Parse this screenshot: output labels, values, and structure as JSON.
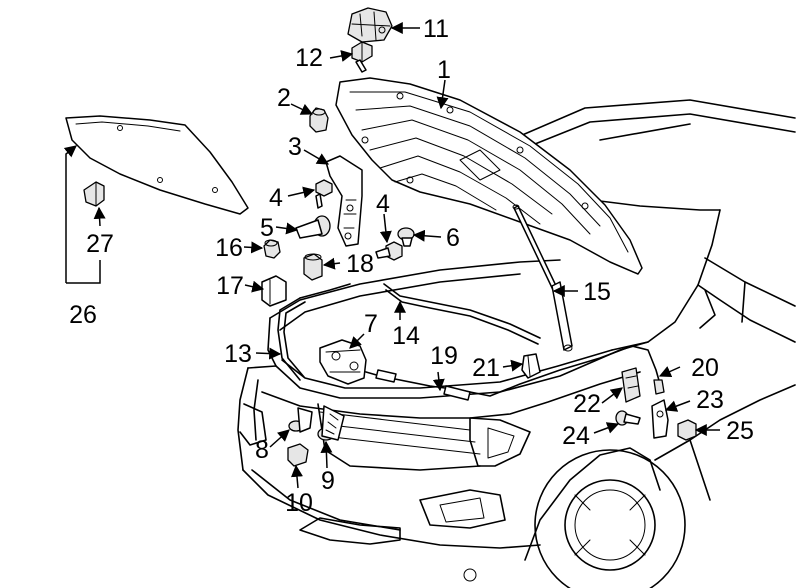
{
  "callouts": [
    {
      "id": "1",
      "text": "1"
    },
    {
      "id": "2",
      "text": "2"
    },
    {
      "id": "3",
      "text": "3"
    },
    {
      "id": "4a",
      "text": "4"
    },
    {
      "id": "4b",
      "text": "4"
    },
    {
      "id": "5",
      "text": "5"
    },
    {
      "id": "6",
      "text": "6"
    },
    {
      "id": "7",
      "text": "7"
    },
    {
      "id": "8",
      "text": "8"
    },
    {
      "id": "9",
      "text": "9"
    },
    {
      "id": "10",
      "text": "10"
    },
    {
      "id": "11",
      "text": "11"
    },
    {
      "id": "12",
      "text": "12"
    },
    {
      "id": "13",
      "text": "13"
    },
    {
      "id": "14",
      "text": "14"
    },
    {
      "id": "15",
      "text": "15"
    },
    {
      "id": "16",
      "text": "16"
    },
    {
      "id": "17",
      "text": "17"
    },
    {
      "id": "18",
      "text": "18"
    },
    {
      "id": "19",
      "text": "19"
    },
    {
      "id": "20",
      "text": "20"
    },
    {
      "id": "21",
      "text": "21"
    },
    {
      "id": "22",
      "text": "22"
    },
    {
      "id": "23",
      "text": "23"
    },
    {
      "id": "24",
      "text": "24"
    },
    {
      "id": "25",
      "text": "25"
    },
    {
      "id": "26",
      "text": "26"
    },
    {
      "id": "27",
      "text": "27"
    }
  ]
}
